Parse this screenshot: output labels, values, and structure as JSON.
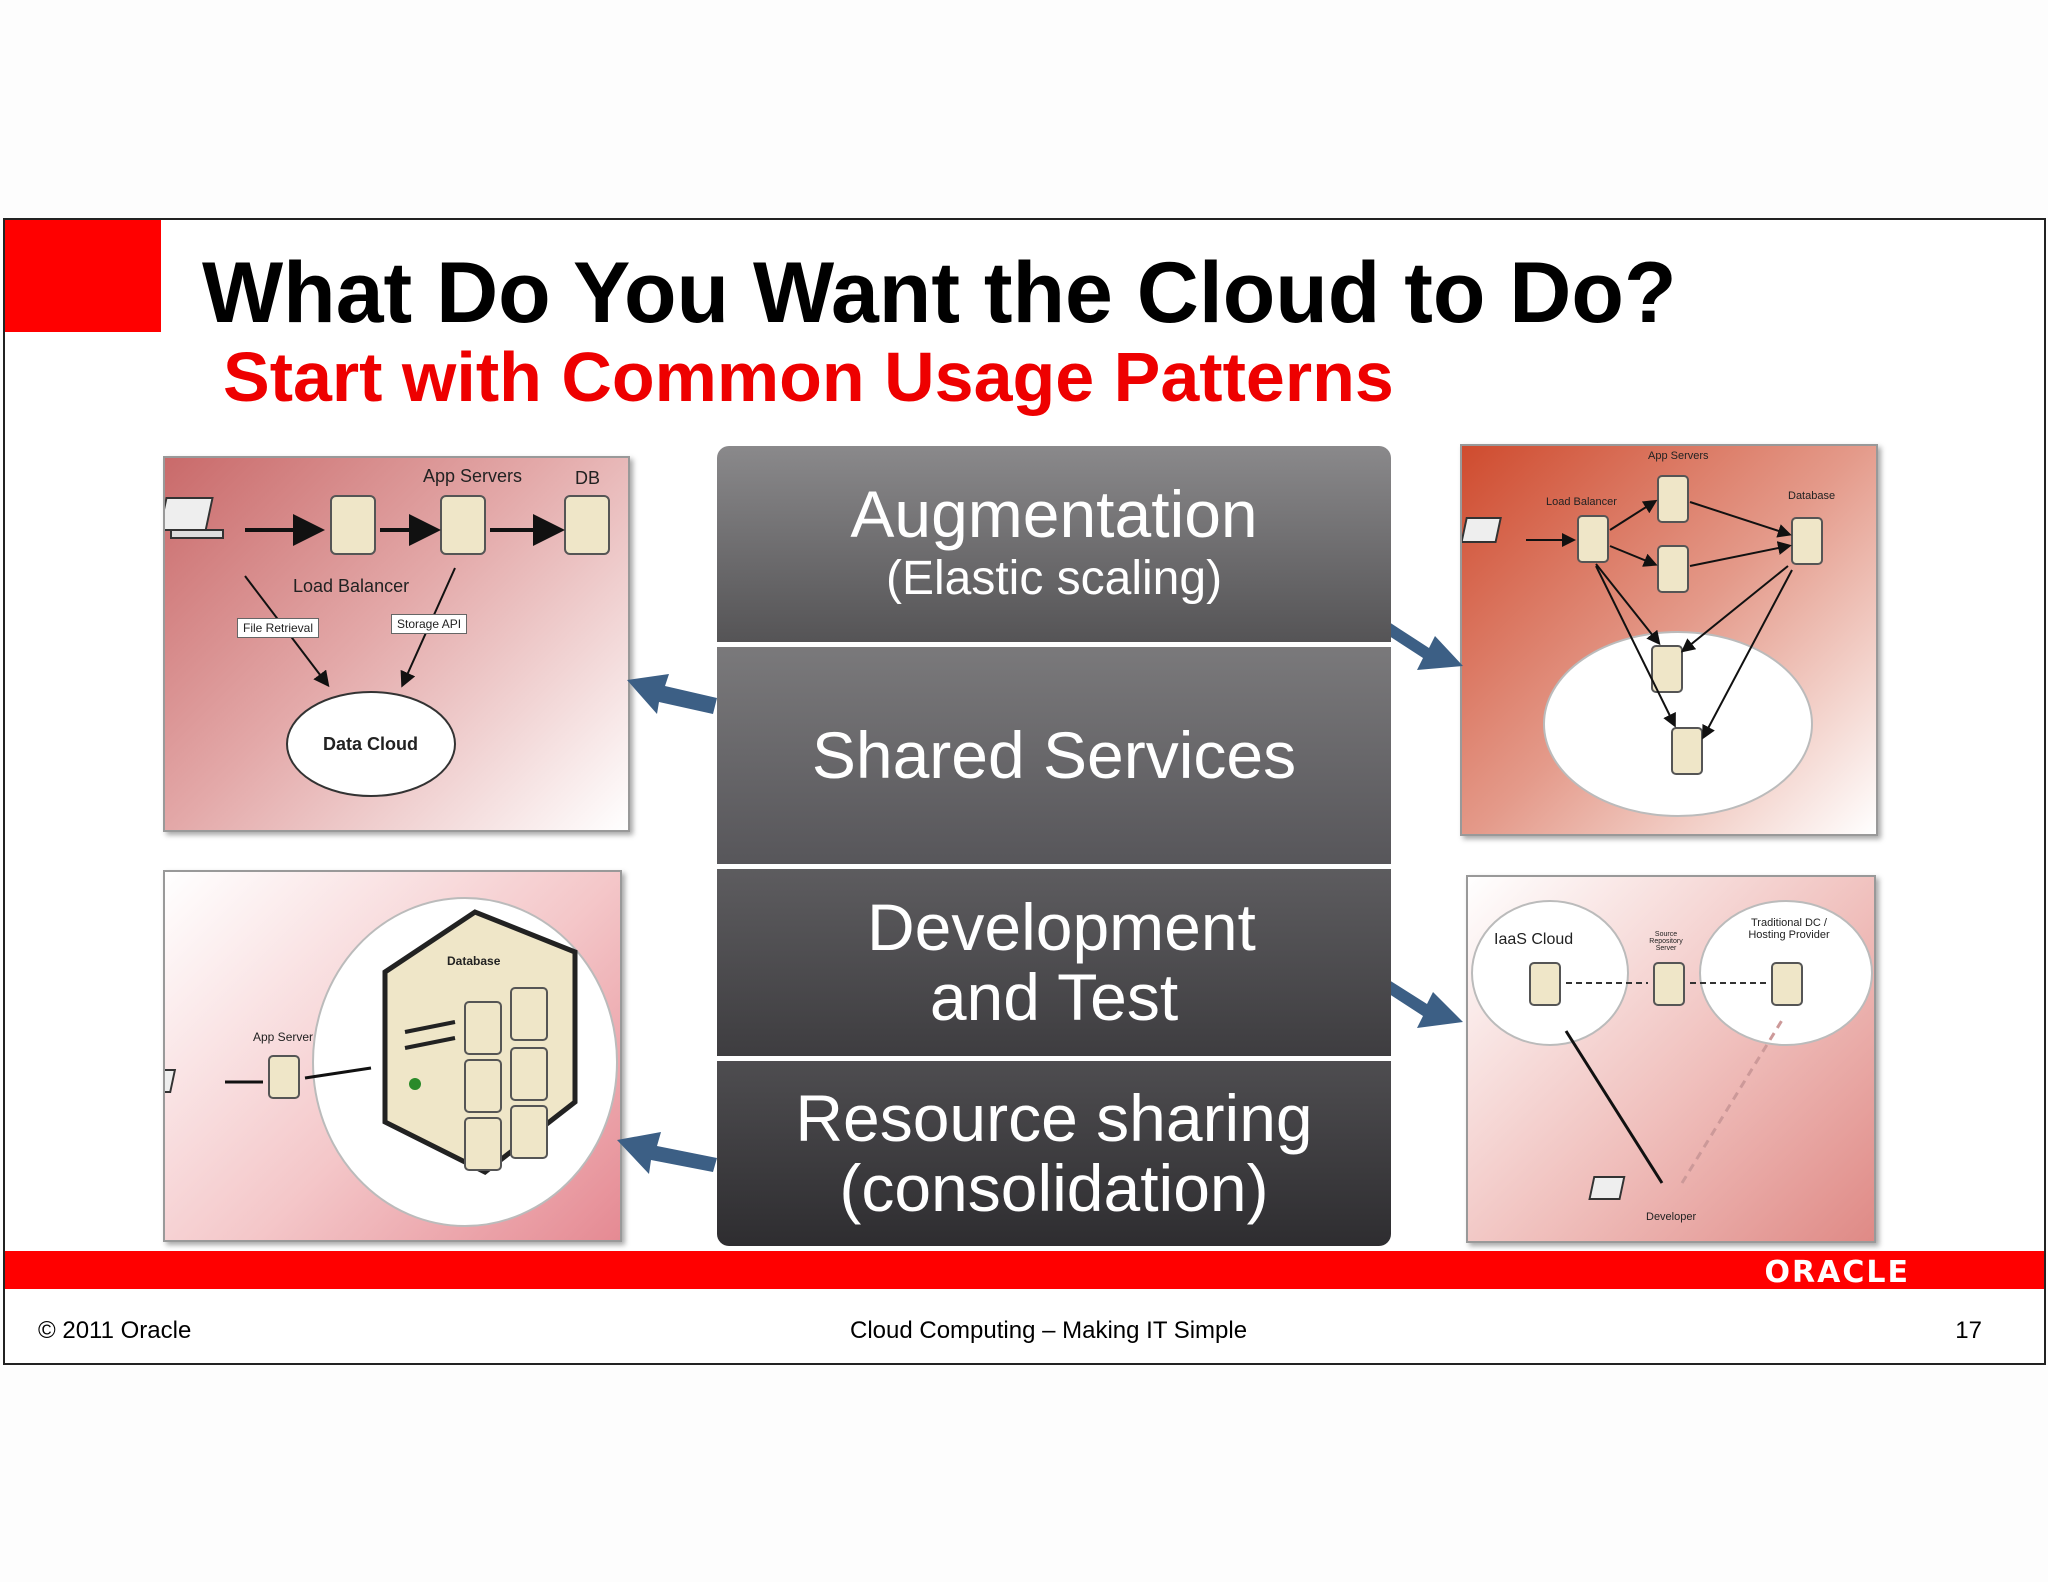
{
  "slide": {
    "title": "What Do You Want the Cloud to Do?",
    "subtitle": "Start with Common Usage Patterns",
    "patterns": [
      {
        "main": "Augmentation",
        "sub": "(Elastic scaling)"
      },
      {
        "main": "Shared Services",
        "sub": ""
      },
      {
        "main": "Development and Test",
        "sub": ""
      },
      {
        "main": "Resource sharing (consolidation)",
        "sub": ""
      }
    ],
    "diagram_shared": {
      "app_servers": "App Servers",
      "db": "DB",
      "load_balancer": "Load Balancer",
      "file_retrieval": "File Retrieval",
      "storage_api": "Storage API",
      "data_cloud": "Data Cloud"
    },
    "diagram_augment": {
      "app_servers": "App Servers",
      "load_balancer": "Load Balancer",
      "database": "Database"
    },
    "diagram_consolidation": {
      "database": "Database",
      "app_server": "App Server"
    },
    "diagram_devtest": {
      "iaas_cloud": "IaaS Cloud",
      "source_server": "Source Repository Server",
      "traditional": "Traditional DC / Hosting Provider",
      "developer": "Developer"
    },
    "brand": "ORACLE",
    "footer": {
      "copyright": "© 2011 Oracle",
      "center": "Cloud Computing – Making IT Simple",
      "page": "17"
    },
    "colors": {
      "accent_red": "#ff0000",
      "subtitle_red": "#ee0000",
      "arrow_blue": "#3c5f85"
    }
  }
}
